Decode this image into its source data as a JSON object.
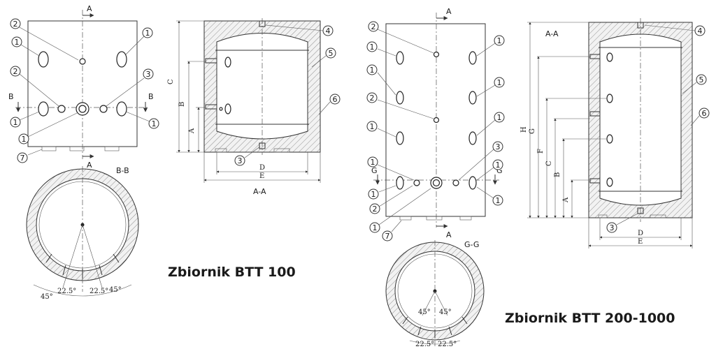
{
  "tank_small": {
    "title": "Zbiornik BTT 100",
    "section_cut_label": "A",
    "section_plane_label": "B",
    "plan_view_label": "B-B",
    "section_view_label": "A-A",
    "callouts": [
      "1",
      "2",
      "3",
      "4",
      "5",
      "6",
      "7"
    ],
    "dimensions": [
      "A",
      "B",
      "C",
      "D",
      "E"
    ],
    "angles": [
      "22.5°",
      "22.5°",
      "45°",
      "45°"
    ]
  },
  "tank_large": {
    "title": "Zbiornik BTT 200-1000",
    "section_cut_label": "A",
    "section_plane_label": "G",
    "plan_view_label": "G-G",
    "section_view_label": "A-A",
    "callouts": [
      "1",
      "2",
      "3",
      "4",
      "5",
      "6",
      "7"
    ],
    "dimensions": [
      "A",
      "B",
      "C",
      "D",
      "E",
      "F",
      "G",
      "H"
    ],
    "angles": [
      "22.5°",
      "22.5°",
      "45°",
      "45°"
    ]
  }
}
